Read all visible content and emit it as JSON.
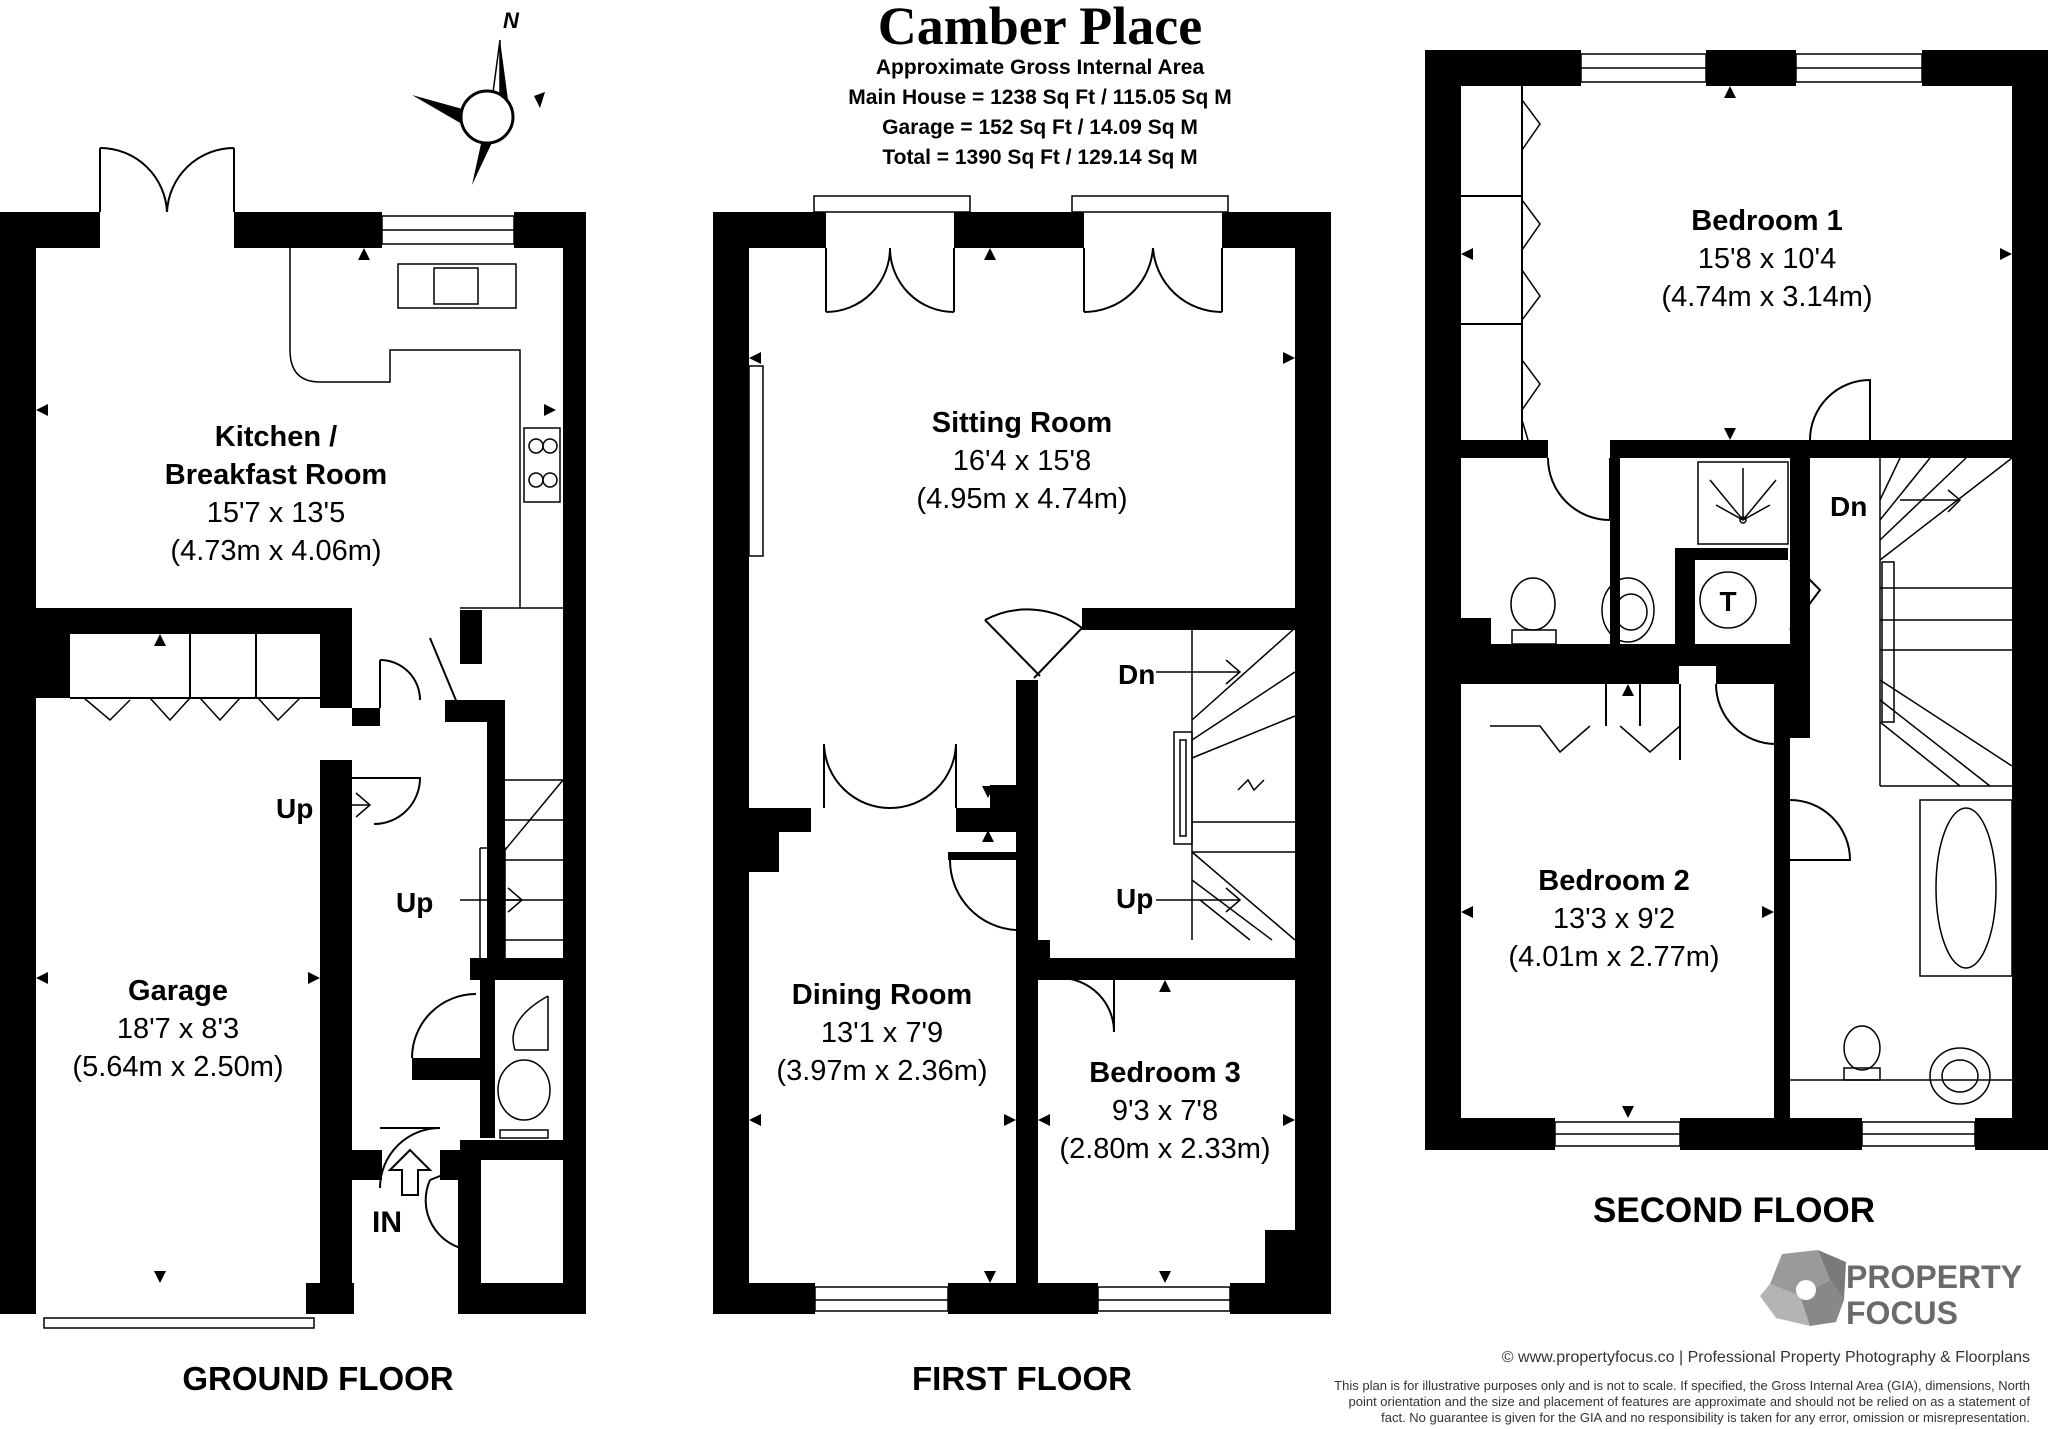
{
  "title": "Camber Place",
  "area": {
    "heading": "Approximate Gross Internal Area",
    "main_house": "Main House = 1238 Sq Ft / 115.05 Sq M",
    "garage": "Garage = 152 Sq Ft / 14.09 Sq M",
    "total": "Total = 1390 Sq Ft / 129.14 Sq M"
  },
  "compass": {
    "label": "N",
    "icon": "compass-icon"
  },
  "floors": {
    "ground": {
      "label": "GROUND FLOOR",
      "rooms": {
        "kitchen": {
          "name_line1": "Kitchen /",
          "name_line2": "Breakfast Room",
          "imperial": "15'7 x 13'5",
          "metric": "(4.73m x 4.06m)"
        },
        "garage": {
          "name": "Garage",
          "imperial": "18'7 x 8'3",
          "metric": "(5.64m x 2.50m)"
        }
      },
      "labels": {
        "up_1": "Up",
        "up_2": "Up",
        "entrance": "IN"
      }
    },
    "first": {
      "label": "FIRST FLOOR",
      "rooms": {
        "sitting": {
          "name": "Sitting Room",
          "imperial": "16'4 x 15'8",
          "metric": "(4.95m x 4.74m)"
        },
        "dining": {
          "name": "Dining Room",
          "imperial": "13'1 x 7'9",
          "metric": "(3.97m x 2.36m)"
        },
        "bedroom3": {
          "name": "Bedroom 3",
          "imperial": "9'3 x 7'8",
          "metric": "(2.80m x 2.33m)"
        }
      },
      "labels": {
        "down": "Dn",
        "up": "Up"
      }
    },
    "second": {
      "label": "SECOND FLOOR",
      "rooms": {
        "bedroom1": {
          "name": "Bedroom 1",
          "imperial": "15'8 x 10'4",
          "metric": "(4.74m x 3.14m)"
        },
        "bedroom2": {
          "name": "Bedroom 2",
          "imperial": "13'3 x 9'2",
          "metric": "(4.01m x 2.77m)"
        }
      },
      "labels": {
        "down": "Dn",
        "tank": "T"
      }
    }
  },
  "brand": {
    "line1": "PROPERTY",
    "line2": "FOCUS",
    "icon": "property-focus-logo"
  },
  "footer": {
    "credit": "© www.propertyfocus.co | Professional Property Photography & Floorplans",
    "disclaimer_1": "This plan is for illustrative purposes only and is not to scale. If specified, the Gross Internal Area (GIA), dimensions, North",
    "disclaimer_2": "point orientation and the size and placement of features are approximate and should not be relied on as a statement of",
    "disclaimer_3": "fact. No guarantee is given for the GIA and no responsibility is taken for any error, omission or misrepresentation."
  }
}
